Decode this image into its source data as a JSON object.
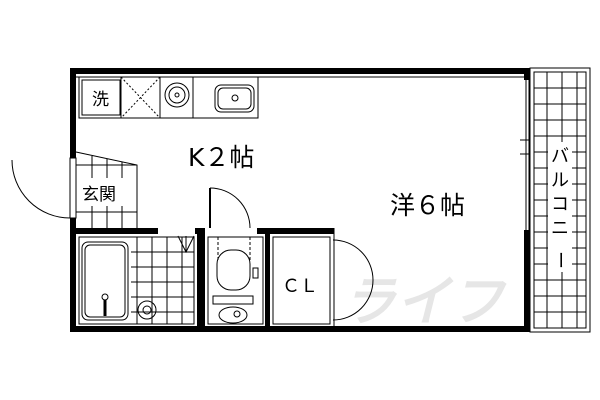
{
  "rooms": {
    "kitchen": "K２帖",
    "western_room": "洋６帖",
    "closet": "ＣＬ",
    "entrance": "玄関",
    "laundry": "洗",
    "balcony": [
      "バ",
      "ル",
      "コ",
      "ニ",
      "ー"
    ]
  },
  "watermark": "ライフ",
  "colors": {
    "line": "#000000",
    "background": "#ffffff",
    "watermark": "#e6e6e6"
  }
}
